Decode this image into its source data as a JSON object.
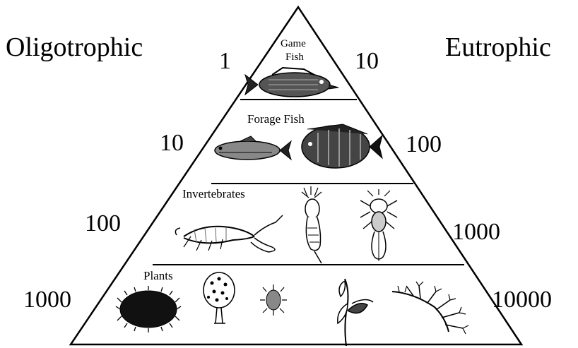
{
  "headings": {
    "left": "Oligotrophic",
    "right": "Eutrophic"
  },
  "tiers": [
    {
      "name_line1": "Game",
      "name_line2": "Fish",
      "oligotrophic_value": "1",
      "eutrophic_value": "10",
      "icons": [
        "game-fish-icon"
      ]
    },
    {
      "name": "Forage Fish",
      "oligotrophic_value": "10",
      "eutrophic_value": "100",
      "icons": [
        "minnow-icon",
        "sunfish-icon"
      ]
    },
    {
      "name": "Invertebrates",
      "oligotrophic_value": "100",
      "eutrophic_value": "1000",
      "icons": [
        "crayfish-icon",
        "insect-larva-icon",
        "aquatic-bug-icon"
      ]
    },
    {
      "name": "Plants",
      "oligotrophic_value": "1000",
      "eutrophic_value": "10000",
      "icons": [
        "algae-clump-icon",
        "floating-plant-icon",
        "plankton-icon",
        "pondweed-icon",
        "branched-weed-icon"
      ]
    }
  ],
  "colors": {
    "line": "#000000",
    "background": "#ffffff"
  }
}
